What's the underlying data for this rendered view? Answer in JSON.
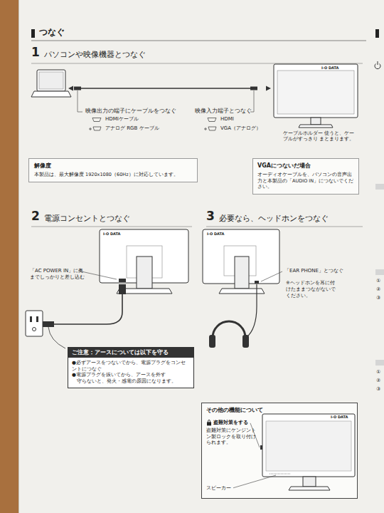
{
  "diagram": {
    "title": "つなぐ",
    "nodes": [
      {
        "text": [
          "解像度",
          "本製品は、最大解像度 1920x1080（60Hz）に対応しています。"
        ]
      },
      {
        "text": [
          "VGAにつないだ場合",
          "オーディオケーブルを、パソコンの音声出力と本製品の「AUDIO IN」につないでください。"
        ]
      },
      {
        "text": [
          "ご注意：アースについては以下を守る",
          "●必ずアースをつないでから、電源プラグをコンセントにつなぐ",
          "●電源プラグを抜いてから、アースを外す",
          "守らないと、発火・感電の原因になります。"
        ]
      },
      {
        "text": [
          "その他の機能について",
          "盗難対策をする",
          "盗難対策にケンジントン製ロックを取り付けられます。",
          "スピーカー"
        ]
      }
    ],
    "labels": [
      "1",
      "パソコンや映像機器とつなぐ",
      "映像出力の端子にケーブルをつなぐ",
      "HDMIケーブル",
      "アナログ RGB ケーブル",
      "映像入力端子とつなぐ",
      "HDMI",
      "VGA（アナログ）",
      "ケーブルホルダー 使うと、ケーブルがすっきり まとまります。",
      "I-O DATA",
      "2",
      "電源コンセントとつなぐ",
      "I-O DATA",
      "「AC POWER IN」に奥までしっかりと差し込む",
      "3",
      "必要なら、ヘッドホンをつなぐ",
      "I-O DATA",
      "「EAR PHONE」とつなぐ",
      "※ヘッドホンを耳に付けたままつながないでください。",
      "I-O DATA",
      "①",
      "②",
      "③",
      "①",
      "②",
      "③"
    ]
  }
}
